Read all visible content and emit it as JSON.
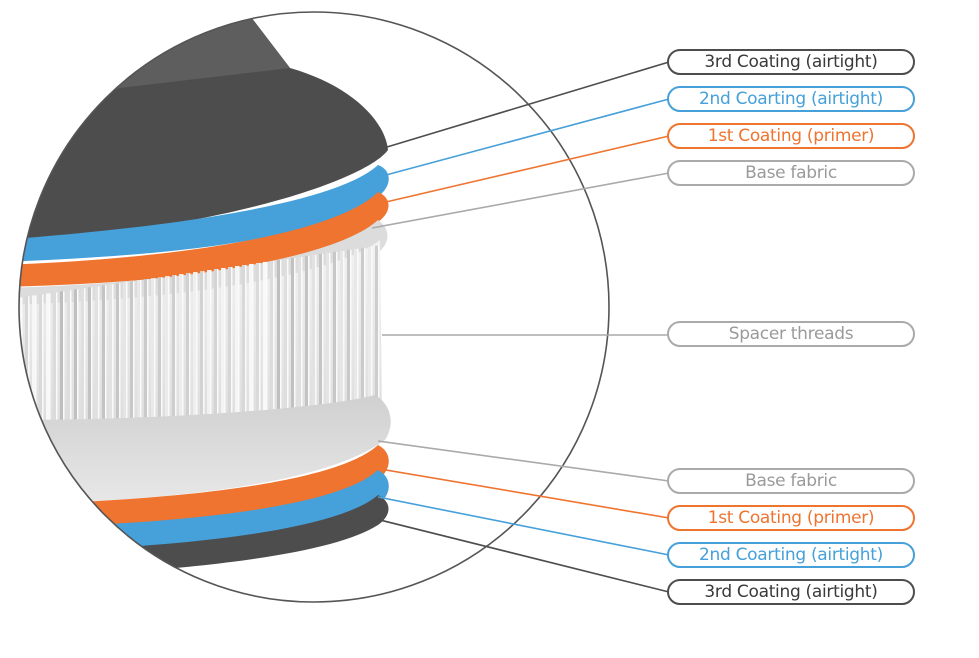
{
  "diagram": {
    "title": "Drop-stitch fabric layer cross-section",
    "colors": {
      "dark": "#4d4d4d",
      "dark_top": "#5e5e5e",
      "blue": "#46a0d9",
      "orange": "#ee7430",
      "grey": "#aaaaaa",
      "fabric": "#dcdcdc",
      "circle": "#555555"
    },
    "labels_top": [
      {
        "text": "3rd Coating (airtight)",
        "layer": "dark"
      },
      {
        "text": "2nd Coarting (airtight)",
        "layer": "blue"
      },
      {
        "text": "1st Coating (primer)",
        "layer": "orange"
      },
      {
        "text": "Base fabric",
        "layer": "grey"
      }
    ],
    "label_middle": {
      "text": "Spacer threads",
      "layer": "grey"
    },
    "labels_bottom": [
      {
        "text": "Base fabric",
        "layer": "grey"
      },
      {
        "text": "1st Coating (primer)",
        "layer": "orange"
      },
      {
        "text": "2nd Coarting (airtight)",
        "layer": "blue"
      },
      {
        "text": "3rd Coating (airtight)",
        "layer": "dark"
      }
    ]
  }
}
